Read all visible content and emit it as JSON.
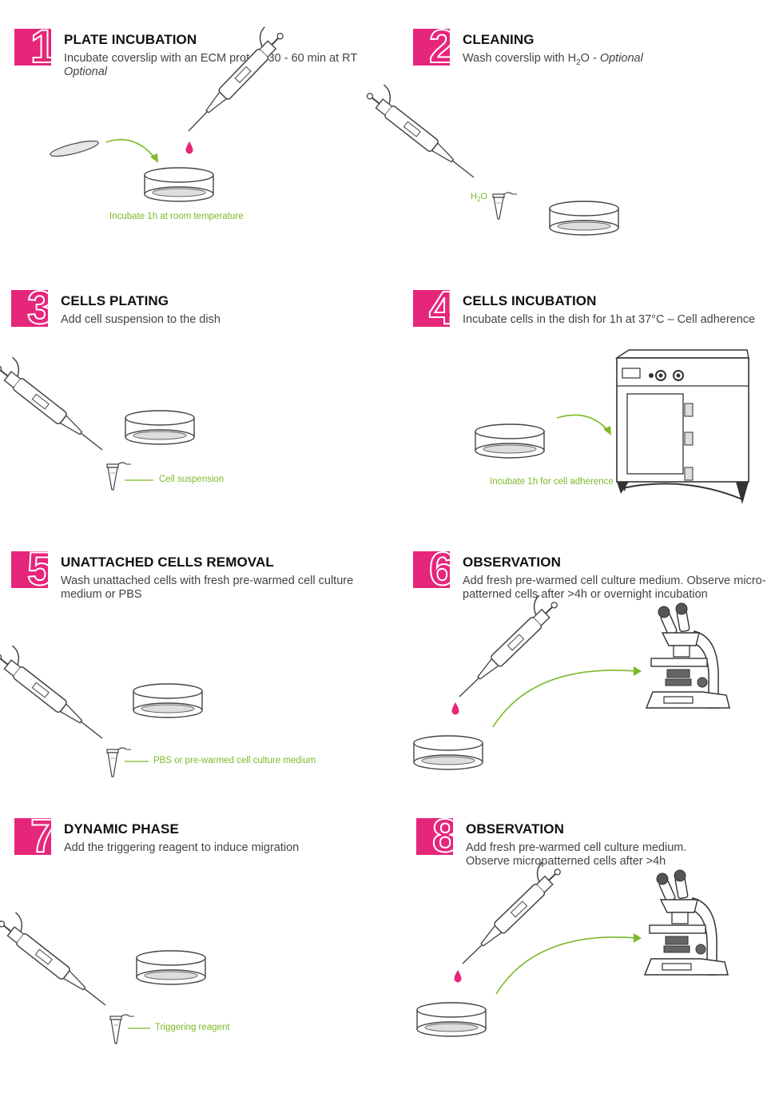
{
  "steps": [
    {
      "number": "1",
      "title": "PLATE INCUBATION",
      "description": "Incubate coverslip with an ECM protein 30 - 60 min at RT",
      "optional": "Optional",
      "annotation": "Incubate 1h at room temperature"
    },
    {
      "number": "2",
      "title": "CLEANING",
      "description_pre": "Wash coverslip with H",
      "description_sub": "2",
      "description_post": "O - ",
      "optional": "Optional",
      "h2o_label_pre": "H",
      "h2o_label_sub": "2",
      "h2o_label_post": "O"
    },
    {
      "number": "3",
      "title": "CELLS PLATING",
      "description": "Add cell suspension to the dish",
      "annotation": "Cell suspension"
    },
    {
      "number": "4",
      "title": "CELLS INCUBATION",
      "description": "Incubate cells in the dish for 1h at 37°C – Cell adherence",
      "annotation": "Incubate 1h for cell adherence"
    },
    {
      "number": "5",
      "title": "UNATTACHED CELLS REMOVAL",
      "description": "Wash unattached cells with fresh pre-warmed cell culture medium or PBS",
      "annotation": "PBS or pre-warmed cell culture medium"
    },
    {
      "number": "6",
      "title": "OBSERVATION",
      "description": "Add fresh pre-warmed cell culture medium. Observe micro-patterned cells after >4h or overnight incubation"
    },
    {
      "number": "7",
      "title": "DYNAMIC PHASE",
      "description": "Add the triggering reagent to induce migration",
      "annotation": "Triggering reagent"
    },
    {
      "number": "8",
      "title": "OBSERVATION",
      "description": "Add fresh pre-warmed cell culture medium. Observe micropatterned cells after >4h"
    }
  ],
  "colors": {
    "accent": "#e6267a",
    "annotation": "#7bb928",
    "line": "#333333"
  },
  "icons": [
    "pipette-icon",
    "petri-dish-icon",
    "coverslip-icon",
    "tube-icon",
    "drop-icon",
    "incubator-icon",
    "microscope-icon",
    "arrow-icon"
  ]
}
